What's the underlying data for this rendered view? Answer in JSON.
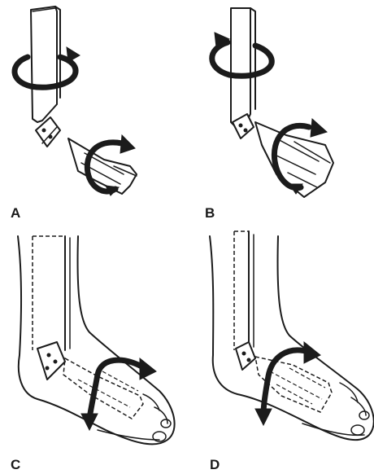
{
  "panels": [
    {
      "id": "a",
      "label": "A"
    },
    {
      "id": "b",
      "label": "B"
    },
    {
      "id": "c",
      "label": "C"
    },
    {
      "id": "d",
      "label": "D"
    }
  ],
  "icons": {
    "rotation_arrow": "curved-rotation-arrow-icon",
    "hinge": "hinge-icon"
  },
  "colors": {
    "ink": "#1b1b1b",
    "paper": "#ffffff"
  }
}
